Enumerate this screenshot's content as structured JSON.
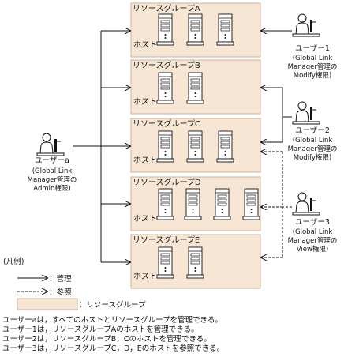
{
  "colors": {
    "group_fill": "#f8e6d5",
    "group_stroke": "#c9b39c",
    "server_face": "#ffffff"
  },
  "groups": [
    {
      "name": "リソースグループA",
      "host_label": "ホスト",
      "servers": 3
    },
    {
      "name": "リソースグループB",
      "host_label": "ホスト",
      "servers": 2
    },
    {
      "name": "リソースグループC",
      "host_label": "ホスト",
      "servers": 3
    },
    {
      "name": "リソースグループD",
      "host_label": "ホスト",
      "servers": 4
    },
    {
      "name": "リソースグループE",
      "host_label": "ホスト",
      "servers": 2
    }
  ],
  "users": {
    "a": {
      "name": "ユーザーa",
      "lines": [
        "(Global Link",
        "Manager管理の",
        "Admin権限)"
      ]
    },
    "u1": {
      "name": "ユーザー1",
      "lines": [
        "(Global Link",
        "Manager管理の",
        "Modify権限)"
      ]
    },
    "u2": {
      "name": "ユーザー2",
      "lines": [
        "(Global Link",
        "Manager管理の",
        "Modify権限)"
      ]
    },
    "u3": {
      "name": "ユーザー3",
      "lines": [
        "(Global Link",
        "Manager管理の",
        "View権限)"
      ]
    }
  },
  "legend": {
    "title": "(凡例)",
    "manage": "：管理",
    "refer": "：参照",
    "group": "：リソースグループ"
  },
  "notes": [
    "ユーザーaは，すべてのホストとリソースグループを管理できる。",
    "ユーザー1は，リソースグループAのホストを管理できる。",
    "ユーザー2は，リソースグループB，Cのホストを管理できる。",
    "ユーザー3は，リソースグループC，D，Eのホストを参照できる。"
  ]
}
